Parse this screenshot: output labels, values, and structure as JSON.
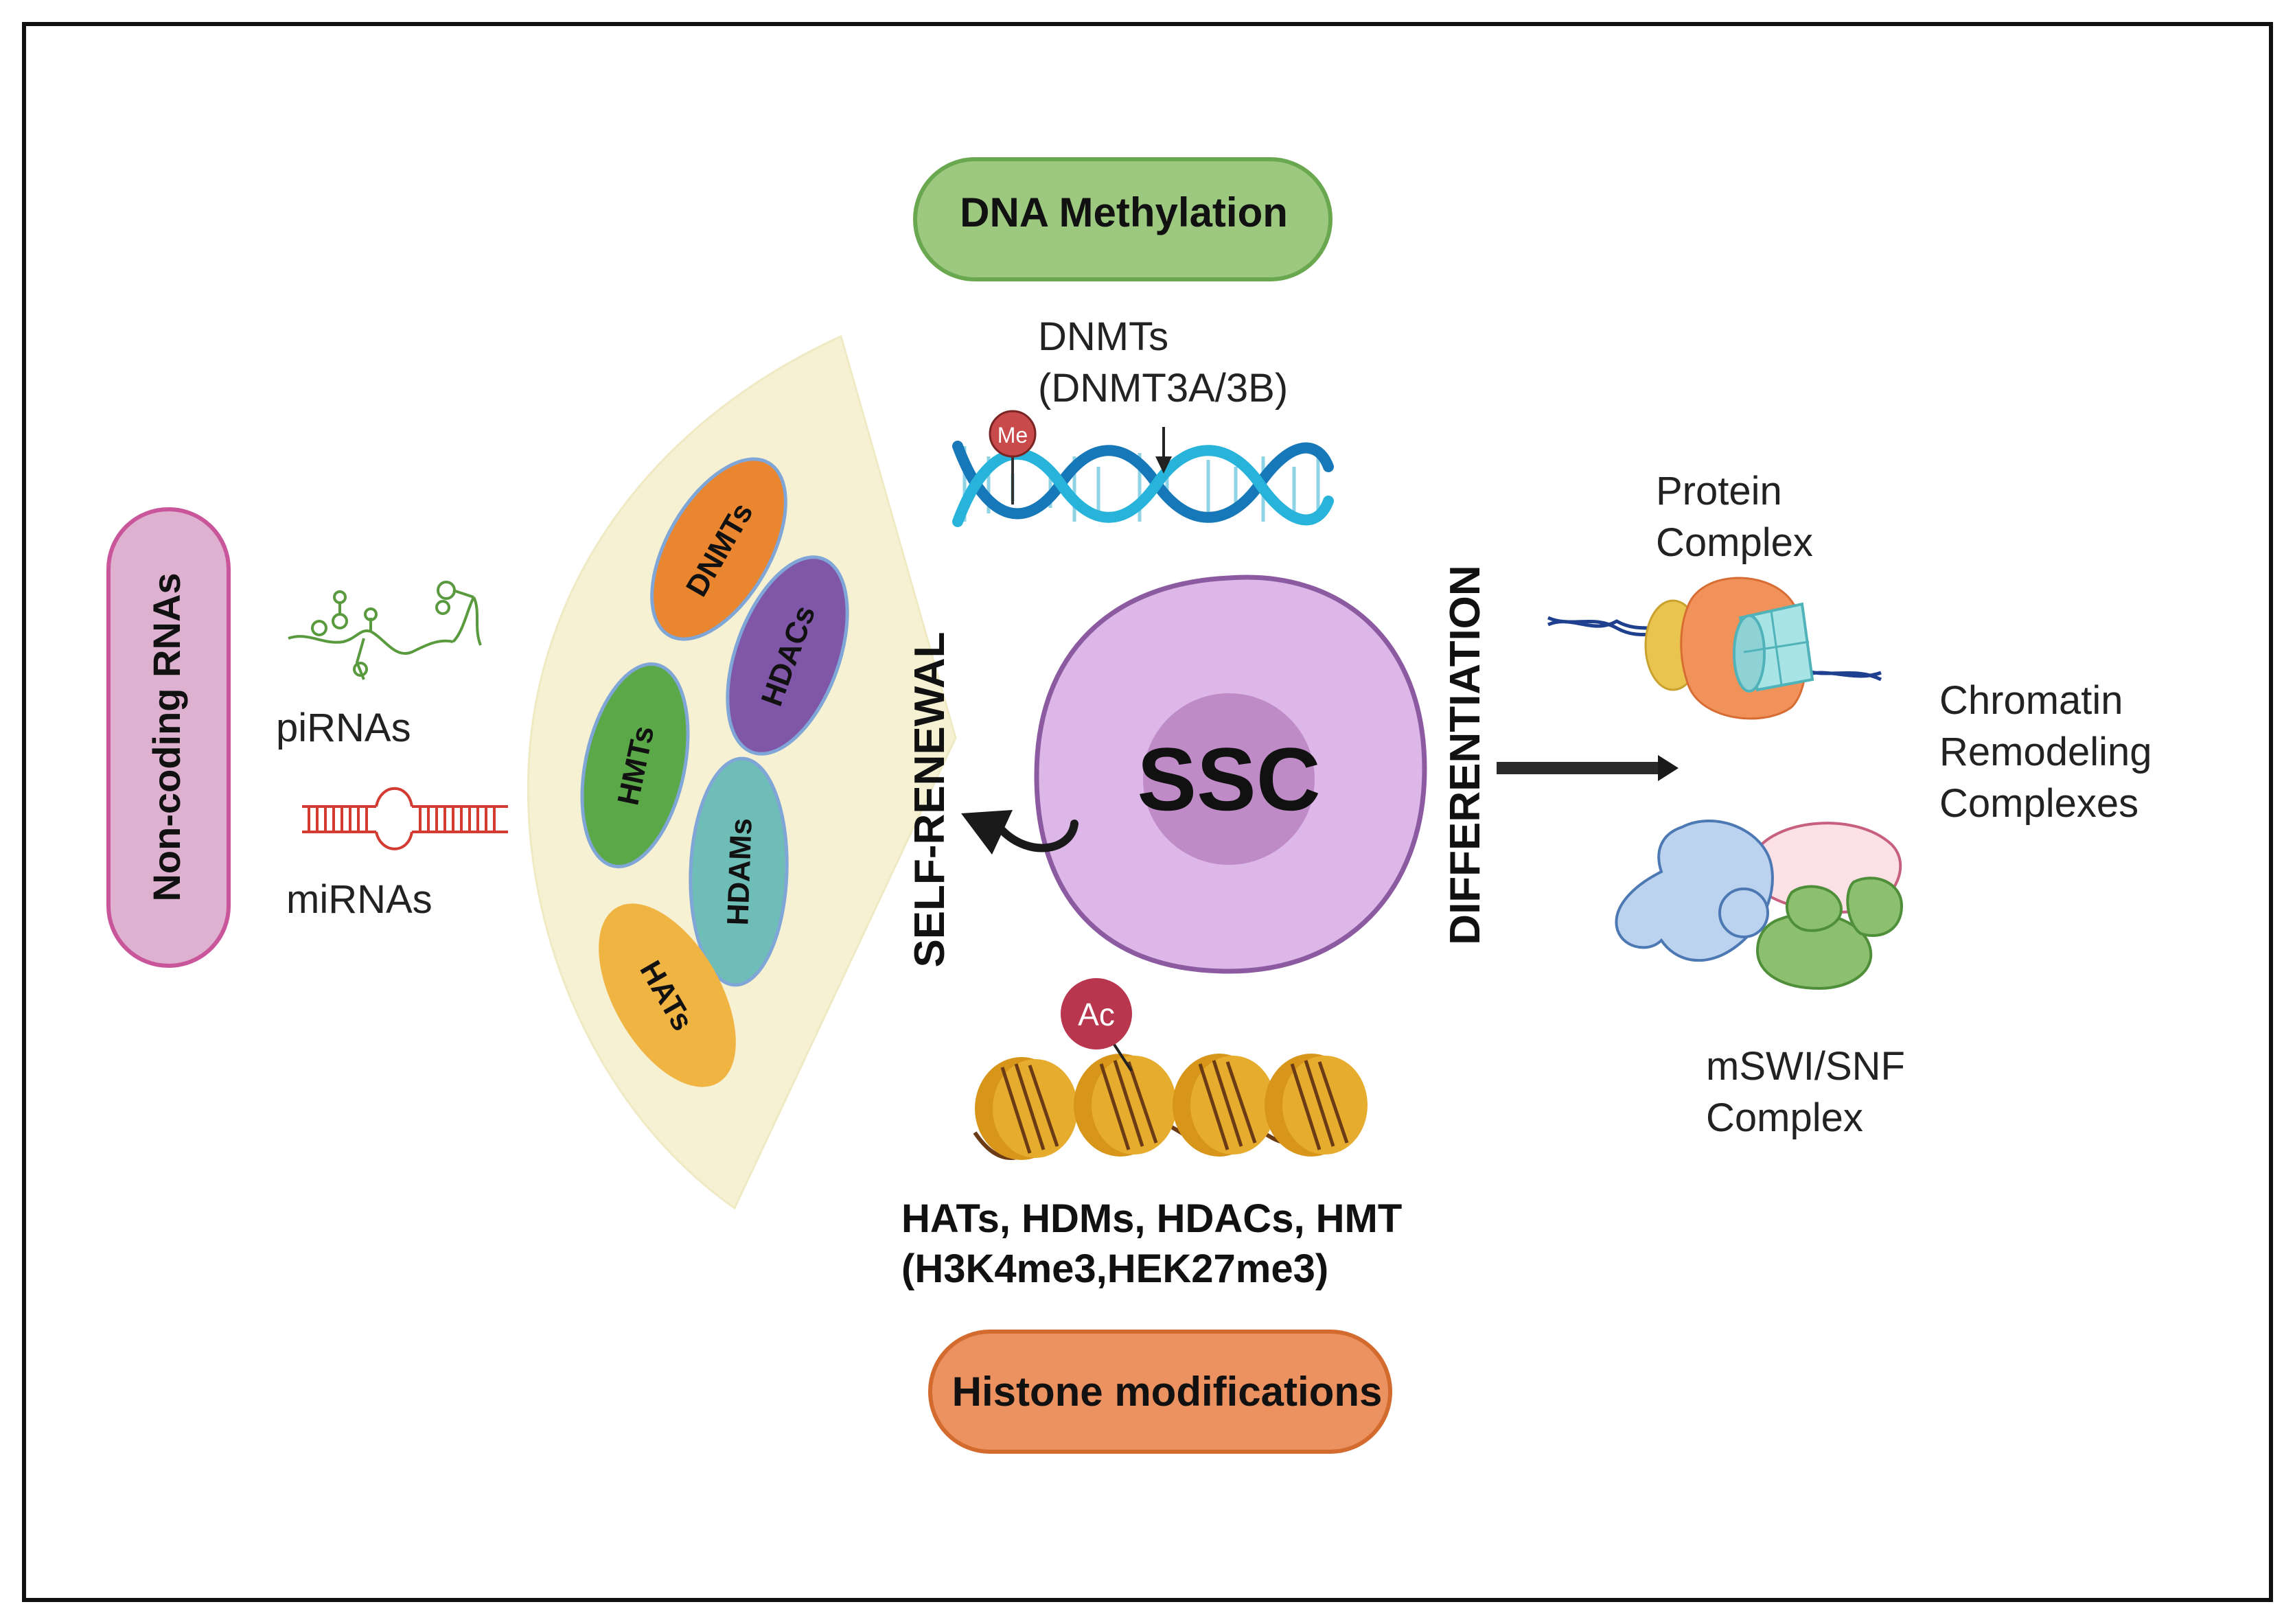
{
  "colors": {
    "frame": "#111111",
    "dna_methylation_pill": "#9cc97f",
    "dna_methylation_border": "#6aa84f",
    "histone_pill": "#ec9160",
    "histone_border": "#d36b2f",
    "noncoding_pill": "#ddb1cf",
    "noncoding_border": "#c9559a",
    "fan_fill": "#f6f1d3",
    "ssc_cell": "#dcb7e8",
    "ssc_border": "#8c5aa0",
    "ssc_nucleus": "#bf8bc7",
    "dnmts_oval": "#e9862f",
    "hdacs_oval": "#8057a8",
    "hmts_oval": "#5ba848",
    "hdams_oval": "#6fbdb7",
    "hats_oval": "#f0b443",
    "dna_helix": "#1da3cf",
    "me_tag": "#c94a4a",
    "ac_tag": "#b8374f",
    "nucleosome": "#e1a420",
    "mirna": "#d23a32",
    "pirna": "#5a9a3e"
  },
  "labels": {
    "dna_methylation": "DNA Methylation",
    "histone_modifications": "Histone modifications",
    "non_coding_rnas": "Non-coding RNAs",
    "dnmts_line1": "DNMTs",
    "dnmts_line2": "(DNMT3A/3B)",
    "me_tag": "Me",
    "ac_tag": "Ac",
    "ssc": "SSC",
    "self_renewal": "SELF-RENEWAL",
    "differentiation": "DIFFERENTIATION",
    "pirnas": "piRNAs",
    "mirnas": "miRNAs",
    "protein_complex_line1": "Protein",
    "protein_complex_line2": "Complex",
    "chromatin_line1": "Chromatin",
    "chromatin_line2": "Remodeling",
    "chromatin_line3": "Complexes",
    "mswi_line1": "mSWI/SNF",
    "mswi_line2": "Complex",
    "histone_enzymes_line1": "HATs, HDMs, HDACs, HMT",
    "histone_enzymes_line2": "(H3K4me3,HEK27me3)"
  },
  "ovals": {
    "dnmts": "DNMTs",
    "hdacs": "HDACs",
    "hmts": "HMTs",
    "hdams": "HDAMs",
    "hats": "HATs"
  }
}
